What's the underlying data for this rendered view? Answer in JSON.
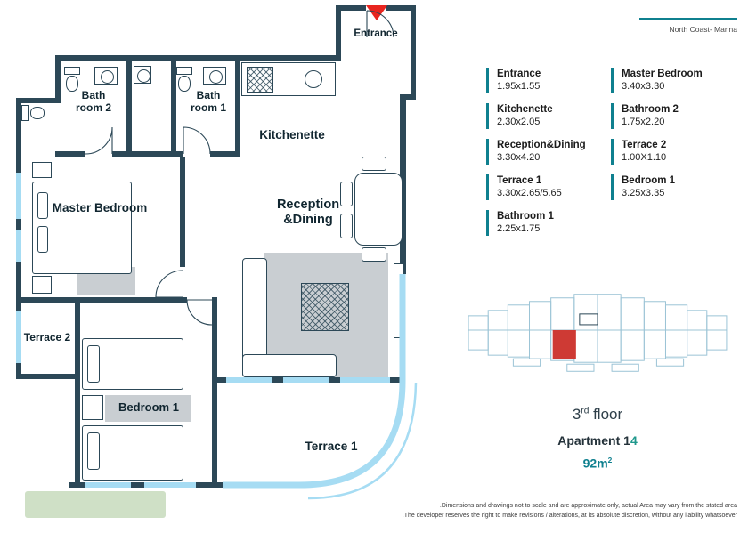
{
  "brand": {
    "name": "North Coast- Marina"
  },
  "floorplan": {
    "rooms": {
      "entrance": "Entrance",
      "bathroom2": "Bath room 2",
      "bathroom1": "Bath room 1",
      "kitchenette": "Kitchenette",
      "master_bedroom": "Master Bedroom",
      "reception": "Reception &Dining",
      "terrace2": "Terrace 2",
      "bedroom1": "Bedroom 1",
      "terrace1": "Terrace 1"
    }
  },
  "dimensions": {
    "col1": [
      {
        "name": "Entrance",
        "size": "1.95x1.55"
      },
      {
        "name": "Kitchenette",
        "size": "2.30x2.05"
      },
      {
        "name": "Reception&Dining",
        "size": "3.30x4.20"
      },
      {
        "name": "Terrace 1",
        "size": "3.30x2.65/5.65"
      },
      {
        "name": "Bathroom 1",
        "size": "2.25x1.75"
      }
    ],
    "col2": [
      {
        "name": "Master Bedroom",
        "size": "3.40x3.30"
      },
      {
        "name": "Bathroom 2",
        "size": "1.75x2.20"
      },
      {
        "name": "Terrace 2",
        "size": "1.00X1.10"
      },
      {
        "name": "Bedroom 1",
        "size": "3.25x3.35"
      }
    ]
  },
  "unit": {
    "floor_number": "3",
    "floor_ordinal": "rd",
    "floor_word": " floor",
    "apartment_prefix": "Apartment 1",
    "apartment_accent": "4",
    "area": "92m",
    "area_exp": "2"
  },
  "disclaimer": {
    "line1": ".Dimensions and drawings not to scale and are approximate only, actual Area may vary from the stated area",
    "line2": ".The developer reserves the right to make revisions / alterations, at its absolute discretion, without any liability whatsoever"
  },
  "colors": {
    "wall": "#2c4857",
    "window": "#a6dcf3",
    "accent_teal": "#0f808f",
    "accent_red": "#e8251f",
    "highlight_red": "#ce3a34"
  }
}
